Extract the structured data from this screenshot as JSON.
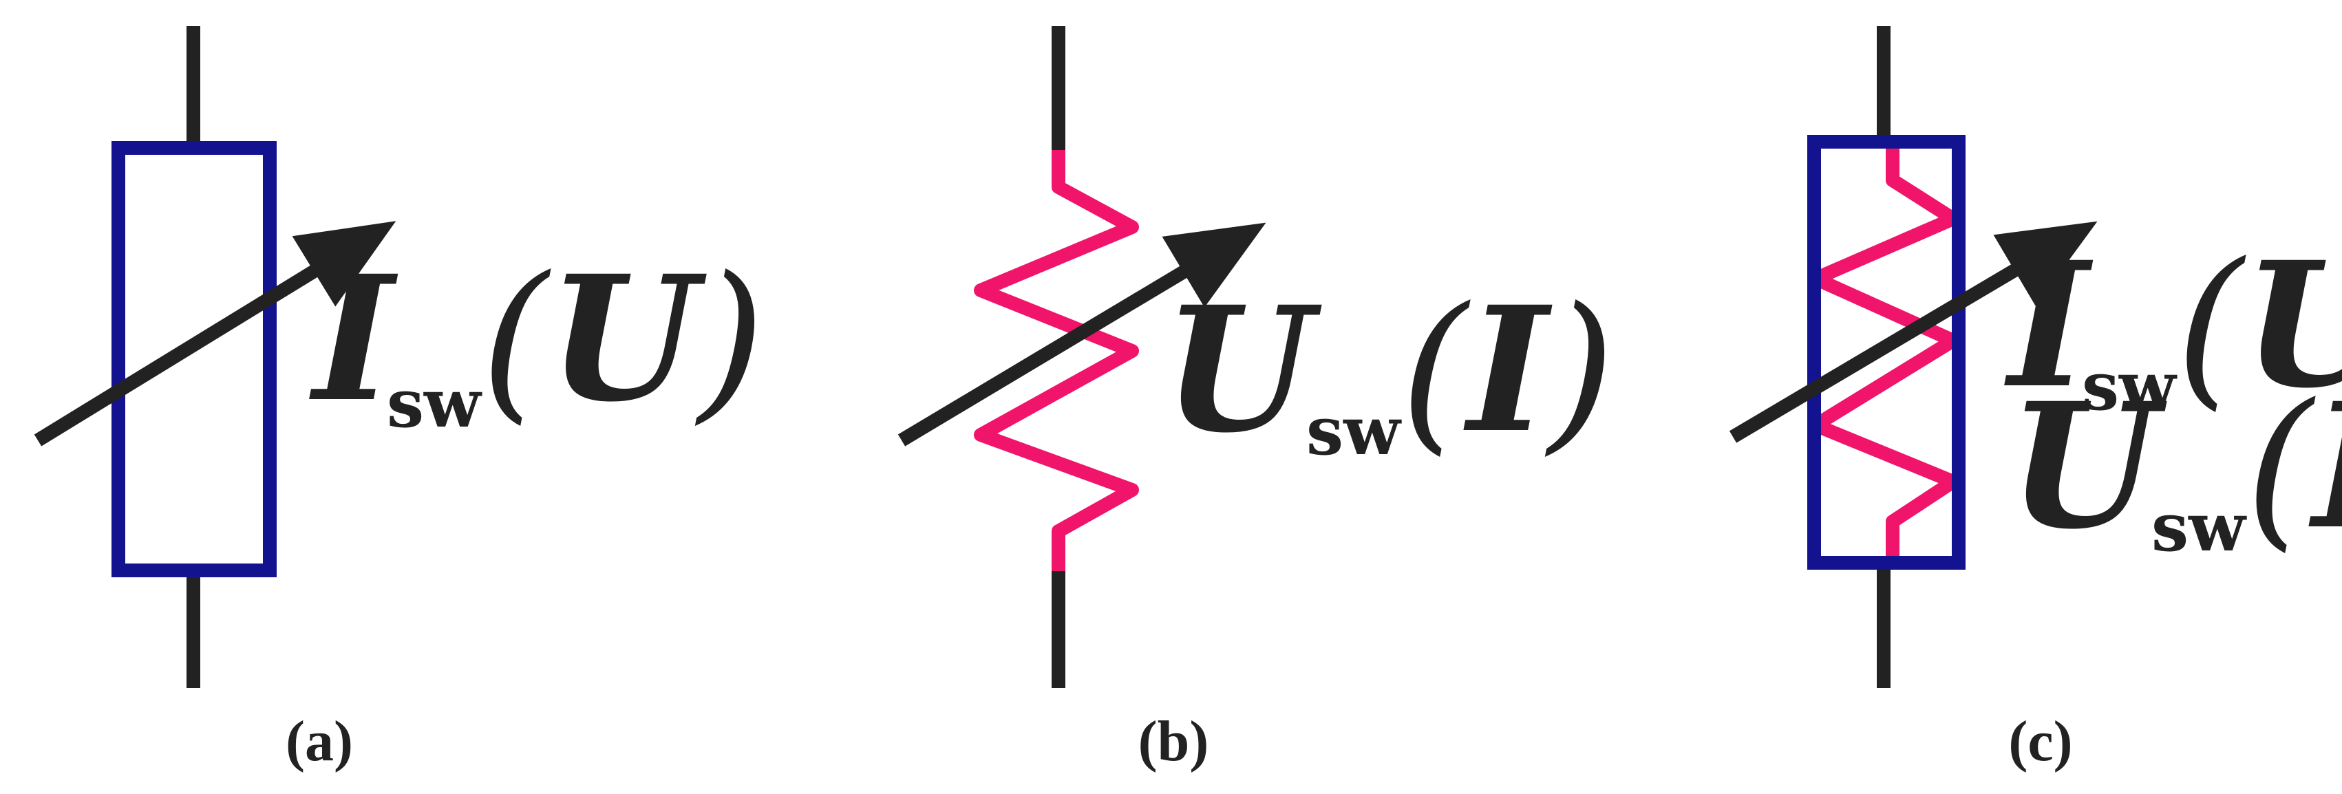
{
  "colors": {
    "wire": "#222222",
    "box": "#13128f",
    "resistor": "#f0146b",
    "arrow": "#222222",
    "text": "#222222"
  },
  "panels": [
    {
      "caption": "(a)",
      "elements": [
        "varistor-box",
        "variable-arrow"
      ],
      "labels": [
        {
          "main": "I",
          "sub": "sw",
          "arg": "U"
        }
      ]
    },
    {
      "caption": "(b)",
      "elements": [
        "zigzag-resistor",
        "variable-arrow"
      ],
      "labels": [
        {
          "main": "U",
          "sub": "sw",
          "arg": "I"
        }
      ]
    },
    {
      "caption": "(c)",
      "elements": [
        "varistor-box",
        "zigzag-resistor",
        "variable-arrow"
      ],
      "labels": [
        {
          "main": "I",
          "sub": "sw",
          "arg": "U"
        },
        {
          "main": "U",
          "sub": "sw",
          "arg": "I"
        }
      ]
    }
  ]
}
